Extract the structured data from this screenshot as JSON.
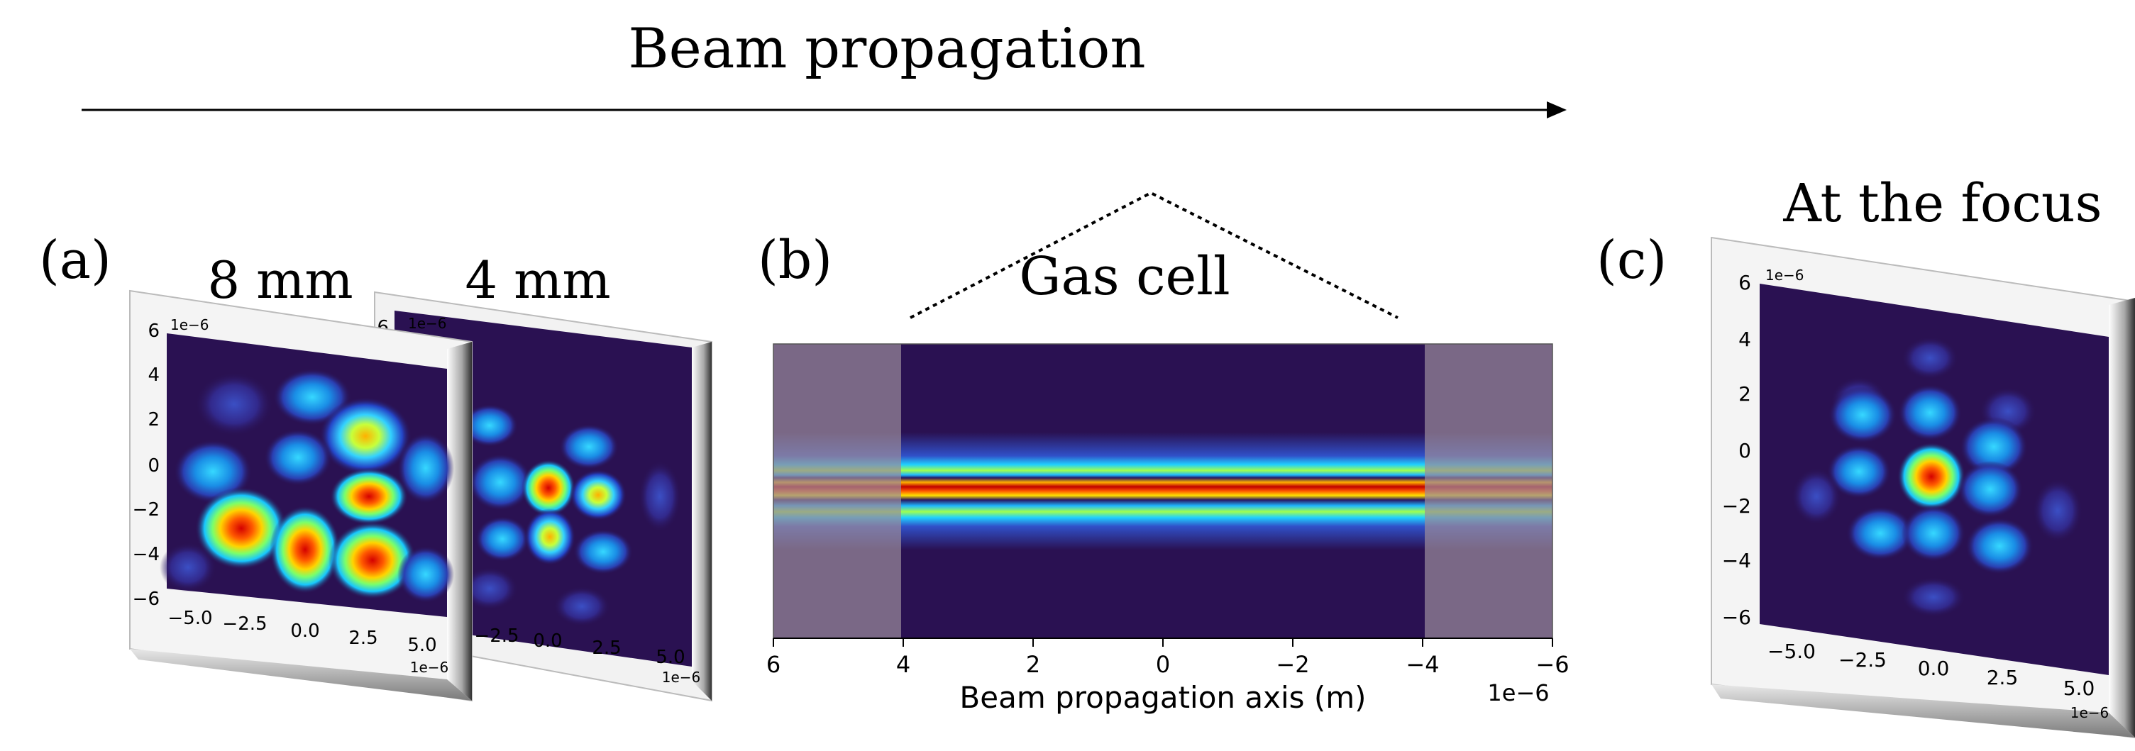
{
  "header": {
    "title": "Beam propagation"
  },
  "panel_a": {
    "label": "(a)",
    "plot1": {
      "title": "8 mm",
      "x_ticks": [
        "−5.0",
        "−2.5",
        "0.0",
        "2.5",
        "5.0"
      ],
      "y_ticks": [
        "6",
        "4",
        "2",
        "0",
        "−2",
        "−4",
        "−6"
      ],
      "x_scale": "1e−6",
      "y_scale": "1e−6"
    },
    "plot2": {
      "title": "4 mm",
      "x_ticks": [
        "−2.5",
        "0.0",
        "2.5",
        "5.0"
      ],
      "y_ticks": [
        "6"
      ],
      "x_scale": "1e−6",
      "y_scale": "1e−6"
    }
  },
  "panel_b": {
    "label": "(b)",
    "title": "Gas cell",
    "x_ticks": [
      "6",
      "4",
      "2",
      "0",
      "−2",
      "−4",
      "−6"
    ],
    "x_label": "Beam propagation axis (m)",
    "x_scale": "1e−6"
  },
  "panel_c": {
    "label": "(c)",
    "title": "At the focus",
    "x_ticks": [
      "−5.0",
      "−2.5",
      "0.0",
      "2.5",
      "5.0"
    ],
    "y_ticks": [
      "6",
      "4",
      "2",
      "0",
      "−2",
      "−4",
      "−6"
    ],
    "x_scale": "1e−6",
    "y_scale": "1e−6"
  },
  "colors": {
    "background_map": "#2a1152",
    "gas_cell_shade": "#9a8a9a"
  }
}
